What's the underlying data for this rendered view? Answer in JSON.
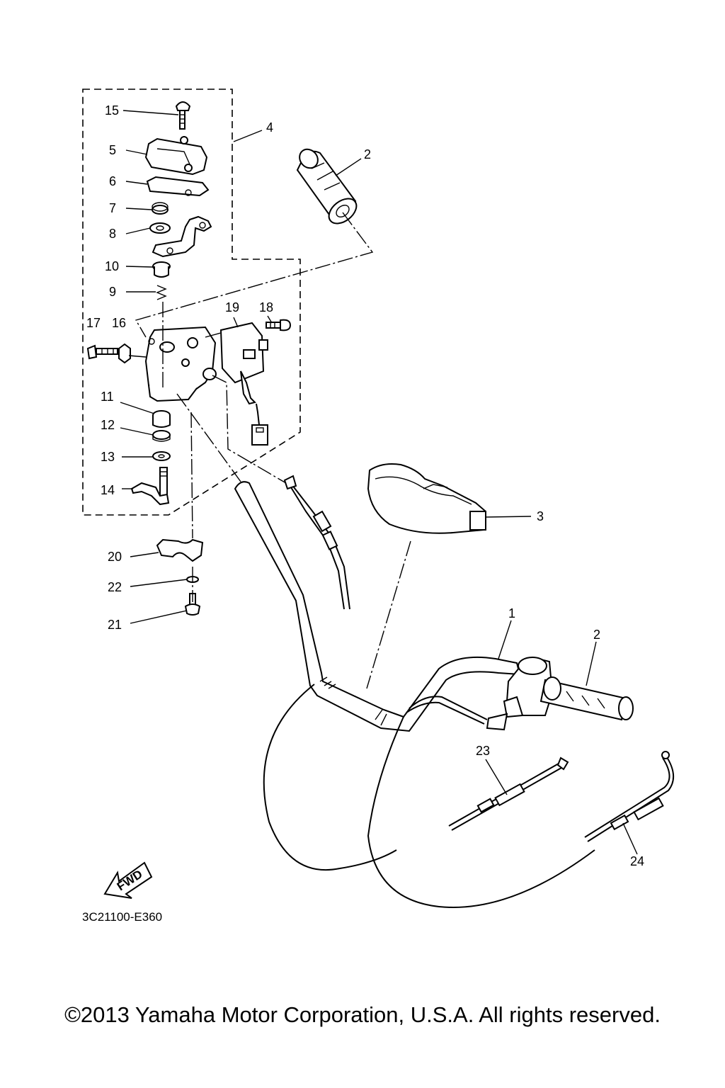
{
  "callouts": {
    "c1": "1",
    "c2a": "2",
    "c2b": "2",
    "c3": "3",
    "c4": "4",
    "c5": "5",
    "c6": "6",
    "c7": "7",
    "c8": "8",
    "c9": "9",
    "c10": "10",
    "c11": "11",
    "c12": "12",
    "c13": "13",
    "c14": "14",
    "c15": "15",
    "c16": "16",
    "c17": "17",
    "c18": "18",
    "c19": "19",
    "c20": "20",
    "c21": "21",
    "c22": "22",
    "c23": "23",
    "c24": "24"
  },
  "fwd_label": "FWD",
  "diagram_code": "3C21100-E360",
  "copyright": "©2013 Yamaha Motor Corporation, U.S.A. All rights reserved."
}
